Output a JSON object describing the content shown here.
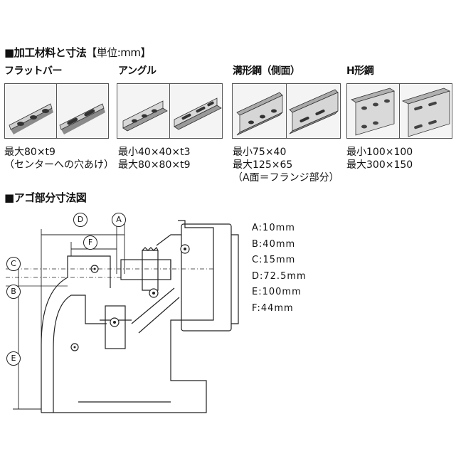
{
  "section1": {
    "marker": "■",
    "title": "加工材料と寸法",
    "unit": "【単位:mm】"
  },
  "materials": [
    {
      "name": "フラットバー",
      "sizes": [
        "最大80×t9",
        "（センターへの穴あけ）"
      ]
    },
    {
      "name": "アングル",
      "sizes": [
        "最小40×40×t3",
        "最大80×80×t9"
      ]
    },
    {
      "name": "溝形鋼（側面）",
      "sizes": [
        "最小75×40",
        "最大125×65",
        "（A面＝フランジ部分）"
      ]
    },
    {
      "name": "H形鋼",
      "sizes": [
        "最小100×100",
        "最大300×150"
      ]
    }
  ],
  "section2": {
    "marker": "■",
    "title": "アゴ部分寸法図"
  },
  "diagram_labels": {
    "A": "A",
    "B": "B",
    "C": "C",
    "D": "D",
    "E": "E",
    "F": "F"
  },
  "specs": [
    "A:10mm",
    "B:40mm",
    "C:15mm",
    "D:72.5mm",
    "E:100mm",
    "F:44mm"
  ]
}
